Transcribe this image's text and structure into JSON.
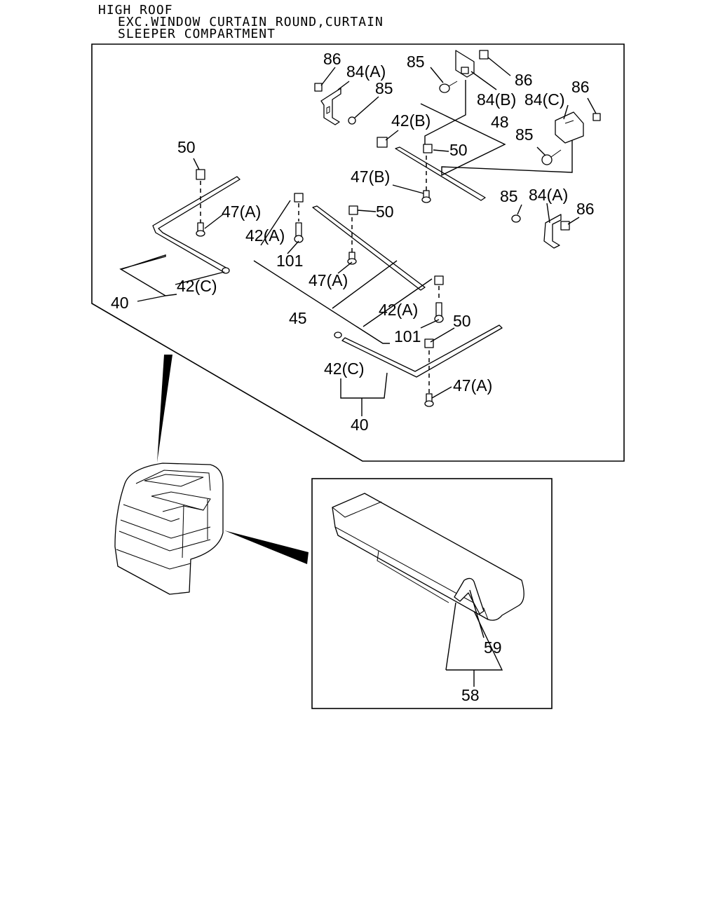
{
  "header": {
    "line1": "HIGH ROOF",
    "line2": "EXC.WINDOW CURTAIN ROUND,CURTAIN",
    "line3": "SLEEPER COMPARTMENT"
  },
  "callouts": {
    "c86_a": "86",
    "c84a_a": "84(A)",
    "c85_a": "85",
    "c85_b": "85",
    "c86_b": "86",
    "c84b": "84(B)",
    "c84c": "84(C)",
    "c86_c": "86",
    "c42b": "42(B)",
    "c48": "48",
    "c85_c": "85",
    "c50_a": "50",
    "c47b": "47(B)",
    "c85_d": "85",
    "c84a_b": "84(A)",
    "c86_d": "86",
    "c50_b": "50",
    "c47a_a": "47(A)",
    "c42c_a": "42(C)",
    "c40_a": "40",
    "c42a_a": "42(A)",
    "c101_a": "101",
    "c50_c": "50",
    "c47a_b": "47(A)",
    "c45": "45",
    "c42a_b": "42(A)",
    "c101_b": "101",
    "c50_d": "50",
    "c42c_b": "42(C)",
    "c47a_c": "47(A)",
    "c40_b": "40",
    "c59": "59",
    "c58": "58"
  }
}
